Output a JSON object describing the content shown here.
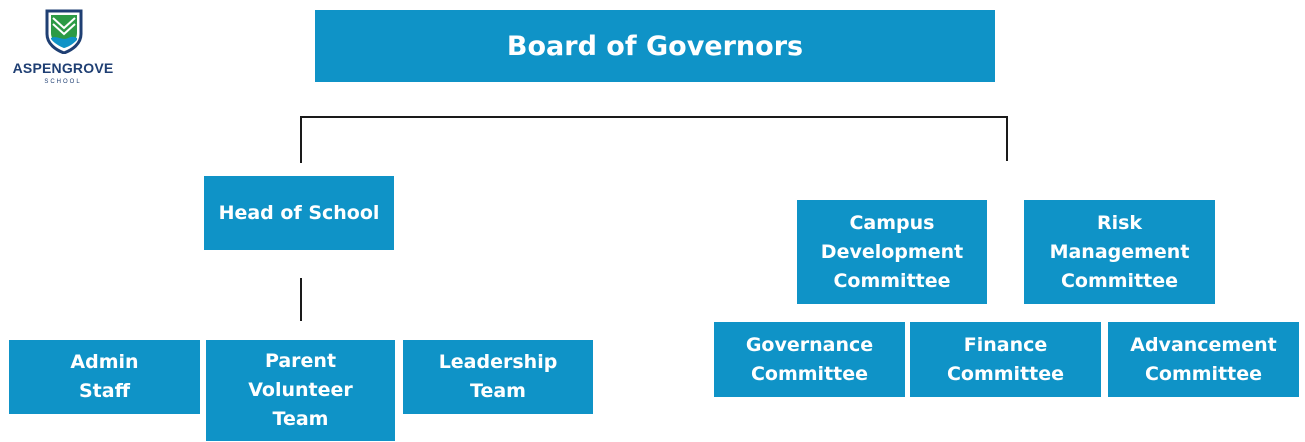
{
  "logo": {
    "name": "ASPENGROVE",
    "subtitle": "SCHOOL",
    "icon": "shield-crest-icon",
    "colors": {
      "navy": "#1f3f73",
      "green": "#2c9a45",
      "blue": "#0f93c7"
    }
  },
  "colors": {
    "box_fill": "#0f93c7",
    "box_text": "#ffffff",
    "connector": "#1a1a1a"
  },
  "board": {
    "label": "Board of Governors"
  },
  "head": {
    "label": "Head of School"
  },
  "staff": {
    "admin": "Admin\nStaff",
    "parent": "Parent\nVolunteer\nTeam",
    "leadership": "Leadership\nTeam"
  },
  "committees": {
    "campus": "Campus\nDevelopment\nCommittee",
    "risk": "Risk\nManagement\nCommittee",
    "governance": "Governance\nCommittee",
    "finance": "Finance\nCommittee",
    "advancement": "Advancement\nCommittee"
  }
}
